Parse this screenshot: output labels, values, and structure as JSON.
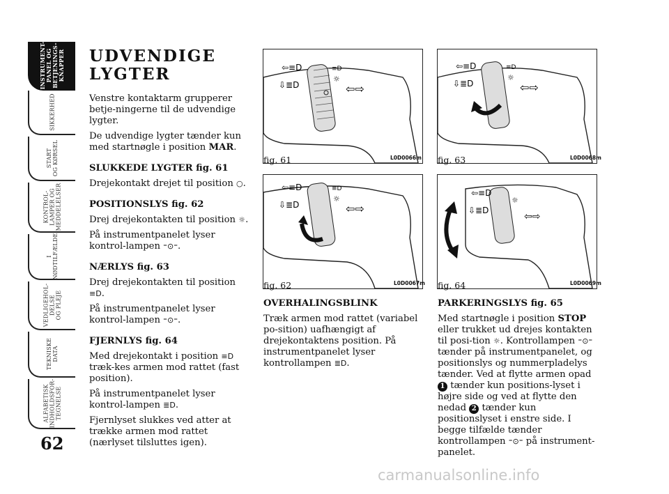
{
  "sidebar": {
    "tabs": [
      {
        "label": "INSTRUMENT-\nPANEL OG\nBETJENINGS-\nKNAPPER",
        "active": true
      },
      {
        "label": "SIKKERHED",
        "active": false
      },
      {
        "label": "START\nOG KØRSEL",
        "active": false
      },
      {
        "label": "KONTROL-\nLAMPER OG\nMEDDELELSER",
        "active": false
      },
      {
        "label": "I\nNØDTILFÆLDE",
        "active": false
      },
      {
        "label": "VEDLIGEHOL-\nDELSE\nOG PLEJE",
        "active": false
      },
      {
        "label": "TEKNISKE\nDATA",
        "active": false
      },
      {
        "label": "ALFABETISK\nINDHOLDSFOR-\nTEGNELSE",
        "active": false
      }
    ]
  },
  "page_number": "62",
  "col1": {
    "title_line1": "UDVENDIGE",
    "title_line2": "LYGTER",
    "intro1": "Venstre kontaktarm grupperer betje-ningerne til de udvendige lygter.",
    "intro2_a": "De udvendige lygter tænder kun med startnøgle i position ",
    "intro2_b": "MAR",
    "intro2_c": ".",
    "h_off": "SLUKKEDE LYGTER fig. 61",
    "off_text": "Drejekontakt drejet til position",
    "h_pos": "POSITIONSLYS fig. 62",
    "pos_text": "Drej drejekontakten til position",
    "pos_text2": "På instrumentpanelet lyser kontrol-lampen",
    "h_low": "NÆRLYS fig. 63",
    "low_text": "Drej drejekontakten til position",
    "low_text2": "På instrumentpanelet lyser kontrol-lampen",
    "h_high": "FJERNLYS fig. 64",
    "high_text_a": "Med drejekontakt i position",
    "high_text_b": "træk-kes armen mod rattet (fast position).",
    "high_text2": "På instrumentpanelet lyser kontrol-lampen",
    "high_text3": "Fjernlyset slukkes ved atter at trække armen mod rattet (nærlyset tilsluttes igen)."
  },
  "figs": {
    "f61": {
      "caption": "fig. 61",
      "code": "L0D0066m"
    },
    "f62": {
      "caption": "fig. 62",
      "code": "L0D0067m"
    },
    "f63": {
      "caption": "fig. 63",
      "code": "L0D0068m"
    },
    "f64": {
      "caption": "fig. 64",
      "code": "L0D0069m"
    }
  },
  "col2": {
    "h_flash": "OVERHALINGSBLINK",
    "flash_text": "Træk armen mod rattet (variabel po-sition) uafhængigt af drejekontaktens position. På instrumentpanelet lyser kontrollampen"
  },
  "col3": {
    "h_park": "PARKERINGSLYS fig. 65",
    "park_a": "Med startnøgle i position ",
    "park_b": "STOP",
    "park_c": " eller trukket ud drejes kontakten til posi-tion",
    "park_d": ". Kontrollampen",
    "park_e": "tænder på instrumentpanelet, og positionslys og nummerpladelys tænder. Ved at flytte armen opad",
    "park_f": "tænder kun positions-lyset i højre side og ved at flytte den nedad",
    "park_g": "tænder kun positionslyset i enstre side. I begge tilfælde tænder kontrollampen",
    "park_h": "på instrument-panelet.",
    "badge1": "1",
    "badge2": "2"
  },
  "icons": {
    "off": "circle-icon",
    "sun": "position-light-icon",
    "low": "low-beam-icon",
    "high": "high-beam-icon",
    "side": "side-light-icon"
  },
  "watermark": "carmanualsonline.info"
}
